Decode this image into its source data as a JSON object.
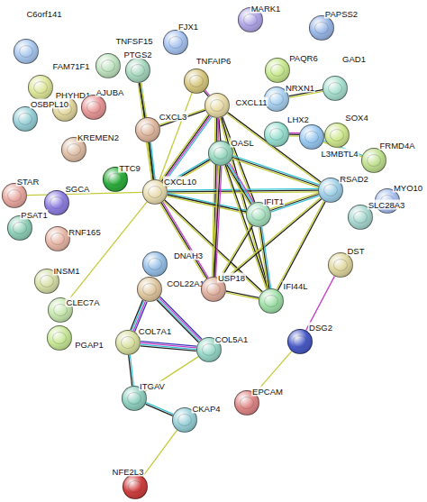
{
  "diagram": {
    "nodes": [
      {
        "text": [
          "C6orf141"
        ]
      },
      {
        "text": [
          "FAM71F1"
        ]
      },
      {
        "text": [
          "TNFSF15"
        ]
      },
      {
        "text": [
          "FJX1"
        ]
      },
      {
        "text": [
          "MARK1"
        ]
      },
      {
        "text": [
          "PAPSS2"
        ]
      },
      {
        "text": [
          "PAQR6"
        ]
      },
      {
        "text": [
          "GAD1"
        ]
      },
      {
        "text": [
          "NRXN1"
        ]
      },
      {
        "text": [
          "PHYHD1"
        ]
      },
      {
        "text": [
          "AJUBA"
        ]
      },
      {
        "text": [
          "PTGS2"
        ]
      },
      {
        "text": [
          "TNFAIP6"
        ]
      },
      {
        "text": [
          "CXCL11"
        ]
      },
      {
        "text": [
          "LHX2"
        ]
      },
      {
        "text": [
          "SOX4"
        ]
      },
      {
        "text": [
          "OSBPL10"
        ]
      },
      {
        "text": [
          "CXCL3"
        ]
      },
      {
        "text": [
          "KREMEN2"
        ]
      },
      {
        "text": [
          "L3MBTL4"
        ]
      },
      {
        "text": [
          "FRMD4A"
        ]
      },
      {
        "text": [
          "OASL"
        ]
      },
      {
        "text": [
          "TTC9"
        ]
      },
      {
        "text": [
          "RSAD2"
        ]
      },
      {
        "text": [
          "MYO10"
        ]
      },
      {
        "text": [
          "SLC28A3"
        ]
      },
      {
        "text": [
          "STAR"
        ]
      },
      {
        "text": [
          "SGCA"
        ]
      },
      {
        "text": [
          "CXCL10"
        ]
      },
      {
        "text": [
          "IFIT1"
        ]
      },
      {
        "text": [
          "PSAT1"
        ]
      },
      {
        "text": [
          "RNF165"
        ]
      },
      {
        "text": [
          "INSM1"
        ]
      },
      {
        "text": [
          "CLEC7A"
        ]
      },
      {
        "text": [
          "PGAP1"
        ]
      },
      {
        "text": [
          "DNAH3"
        ]
      },
      {
        "text": [
          "COL22A1"
        ]
      },
      {
        "text": [
          "USP18"
        ]
      },
      {
        "text": [
          "IFI44L"
        ]
      },
      {
        "text": [
          "DST"
        ]
      },
      {
        "text": [
          "COL7A1"
        ]
      },
      {
        "text": [
          "COL5A1"
        ]
      },
      {
        "text": [
          "DSG2"
        ]
      },
      {
        "text": [
          "ITGAV"
        ]
      },
      {
        "text": [
          "CKAP4"
        ]
      },
      {
        "text": [
          "EPCAM"
        ]
      },
      {
        "text": [
          "NFE2L3"
        ]
      }
    ],
    "edges": [
      {
        "from": 11,
        "to": 28,
        "arrow": "none"
      },
      {
        "from": 11,
        "to": 17,
        "arrow": "none"
      },
      {
        "from": 12,
        "to": 13,
        "arrow": "none"
      },
      {
        "from": 12,
        "to": 28,
        "arrow": "none"
      },
      {
        "from": 17,
        "to": 13,
        "arrow": "none"
      },
      {
        "from": 17,
        "to": 28,
        "arrow": "none"
      },
      {
        "from": 13,
        "to": 28,
        "arrow": "none"
      },
      {
        "from": 13,
        "to": 21,
        "arrow": "none"
      },
      {
        "from": 13,
        "to": 23,
        "arrow": "none"
      },
      {
        "from": 13,
        "to": 29,
        "arrow": "none"
      },
      {
        "from": 13,
        "to": 37,
        "arrow": "none"
      },
      {
        "from": 13,
        "to": 38,
        "arrow": "none"
      },
      {
        "from": 28,
        "to": 21,
        "arrow": "none"
      },
      {
        "from": 28,
        "to": 23,
        "arrow": "none"
      },
      {
        "from": 28,
        "to": 29,
        "arrow": "none"
      },
      {
        "from": 28,
        "to": 37,
        "arrow": "none"
      },
      {
        "from": 28,
        "to": 38,
        "arrow": "none"
      },
      {
        "from": 28,
        "to": 26,
        "arrow": "none"
      },
      {
        "from": 28,
        "to": 33,
        "arrow": "none"
      },
      {
        "from": 21,
        "to": 23,
        "arrow": "none"
      },
      {
        "from": 21,
        "to": 29,
        "arrow": "none"
      },
      {
        "from": 21,
        "to": 37,
        "arrow": "none"
      },
      {
        "from": 21,
        "to": 38,
        "arrow": "none"
      },
      {
        "from": 23,
        "to": 29,
        "arrow": "none"
      },
      {
        "from": 23,
        "to": 38,
        "arrow": "none"
      },
      {
        "from": 23,
        "to": 37,
        "arrow": "none"
      },
      {
        "from": 29,
        "to": 37,
        "arrow": "none"
      },
      {
        "from": 29,
        "to": 38,
        "arrow": "none"
      },
      {
        "from": 37,
        "to": 38,
        "arrow": "none"
      },
      {
        "from": 36,
        "to": 40,
        "arrow": "none"
      },
      {
        "from": 36,
        "to": 41,
        "arrow": "none"
      },
      {
        "from": 40,
        "to": 41,
        "arrow": "none"
      },
      {
        "from": 40,
        "to": 43,
        "arrow": "none"
      },
      {
        "from": 41,
        "to": 43,
        "arrow": "none"
      },
      {
        "from": 43,
        "to": 44,
        "arrow": "none"
      },
      {
        "from": 44,
        "to": 46,
        "arrow": "none"
      },
      {
        "from": 39,
        "to": 42,
        "arrow": "none"
      },
      {
        "from": 42,
        "to": 45,
        "arrow": "none"
      },
      {
        "from": 8,
        "to": 7,
        "arrow": "none"
      },
      {
        "from": 14,
        "to": 15,
        "arrow": "none"
      },
      {
        "from": 19,
        "to": 20,
        "arrow": "none"
      }
    ]
  }
}
